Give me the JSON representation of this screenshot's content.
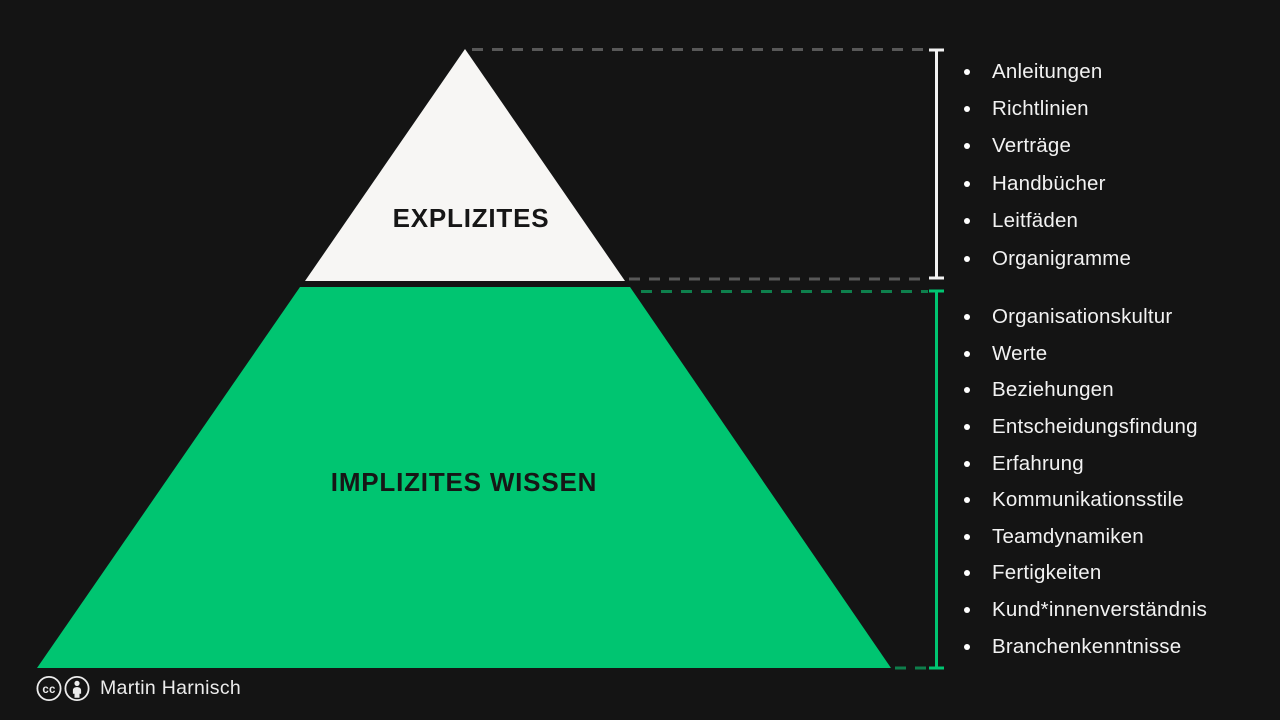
{
  "diagram": {
    "type": "pyramid",
    "top_section": {
      "label": "EXPLIZITES",
      "color": "#f7f6f4",
      "items": [
        "Anleitungen",
        "Richtlinien",
        "Verträge",
        "Handbücher",
        "Leitfäden",
        "Organigramme"
      ]
    },
    "bottom_section": {
      "label": "IMPLIZITES WISSEN",
      "color": "#00c571",
      "items": [
        "Organisationskultur",
        "Werte",
        "Beziehungen",
        "Entscheidungsfindung",
        "Erfahrung",
        "Kommunikationsstile",
        "Teamdynamiken",
        "Fertigkeiten",
        "Kund*innenverständnis",
        "Branchenkenntnisse"
      ]
    }
  },
  "footer": {
    "attribution": "Martin Harnisch",
    "cc_glyph": "cc",
    "license_icons": [
      "cc-icon",
      "cc-by-person-icon"
    ]
  },
  "colors": {
    "background": "#141414",
    "pyramid_top": "#f7f6f4",
    "pyramid_bottom": "#00c571",
    "dash_gray": "#585858",
    "dash_green": "#0e7f4c",
    "bracket_white": "#f2f2f2",
    "bracket_green": "#00c571",
    "list_text": "#f2f2f2",
    "label_text": "#161616"
  }
}
